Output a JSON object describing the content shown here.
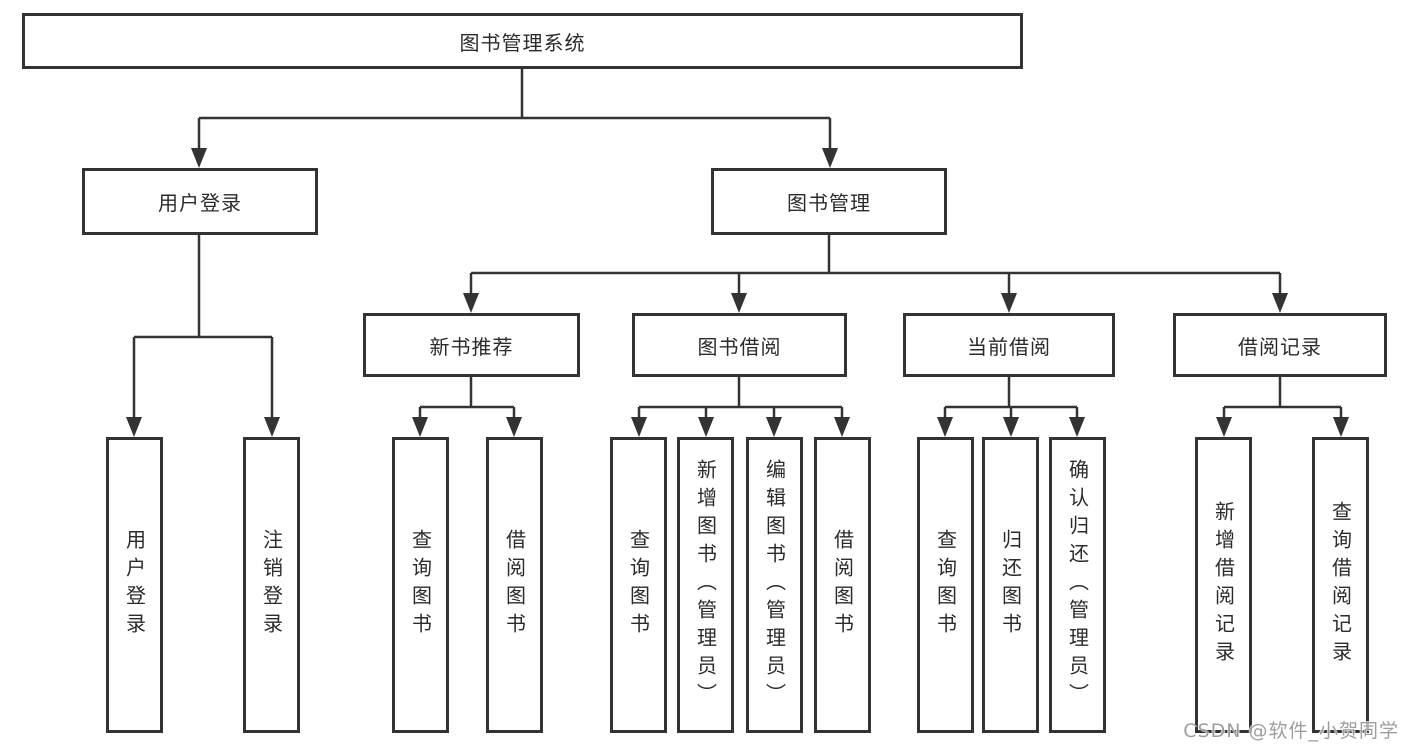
{
  "diagram": {
    "root": {
      "label": "图书管理系统"
    },
    "level1": [
      {
        "label": "用户登录"
      },
      {
        "label": "图书管理"
      }
    ],
    "level2": [
      {
        "label": "新书推荐"
      },
      {
        "label": "图书借阅"
      },
      {
        "label": "当前借阅"
      },
      {
        "label": "借阅记录"
      }
    ],
    "leaves": {
      "login": [
        "用户登录",
        "注销登录"
      ],
      "recommend": [
        "查询图书",
        "借阅图书"
      ],
      "borrow": [
        "查询图书",
        "新增图书（管理员）",
        "编辑图书（管理员）",
        "借阅图书"
      ],
      "current": [
        "查询图书",
        "归还图书",
        "确认归还（管理员）"
      ],
      "records": [
        "新增借阅记录",
        "查询借阅记录"
      ]
    }
  },
  "watermark": {
    "text": "CSDN @软件_小贺同学"
  },
  "colors": {
    "line": "#333333",
    "text": "#2b2b2b",
    "watermark": "#9e9e9e",
    "background": "#ffffff"
  }
}
